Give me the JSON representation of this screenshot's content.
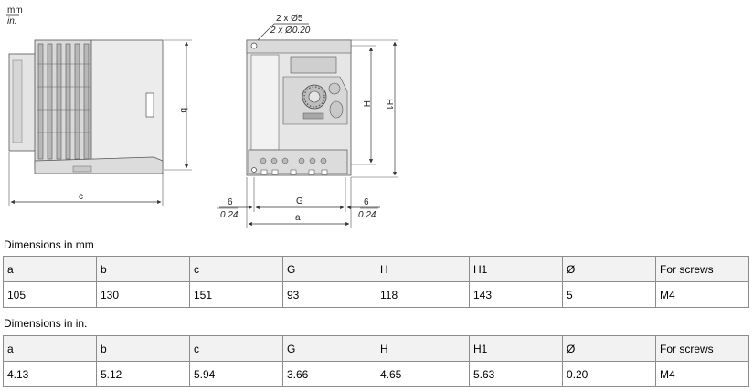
{
  "drawing": {
    "unit_top": "mm",
    "unit_bottom": "in.",
    "hole_mm": "2 x Ø5",
    "hole_in": "2 x Ø0.20",
    "label_b": "b",
    "label_c": "c",
    "label_h": "H",
    "label_h1": "H1",
    "label_g": "G",
    "label_a": "a",
    "left_offset_mm": "6",
    "left_offset_in": "0.24",
    "right_offset_mm": "6",
    "right_offset_in": "0.24"
  },
  "mm_section": {
    "title": "Dimensions in mm",
    "headers": [
      "a",
      "b",
      "c",
      "G",
      "H",
      "H1",
      "Ø",
      "For screws"
    ],
    "values": [
      "105",
      "130",
      "151",
      "93",
      "118",
      "143",
      "5",
      "M4"
    ]
  },
  "in_section": {
    "title": "Dimensions in in.",
    "headers": [
      "a",
      "b",
      "c",
      "G",
      "H",
      "H1",
      "Ø",
      "For screws"
    ],
    "values": [
      "4.13",
      "5.12",
      "5.94",
      "3.66",
      "4.65",
      "5.63",
      "0.20",
      "M4"
    ]
  }
}
